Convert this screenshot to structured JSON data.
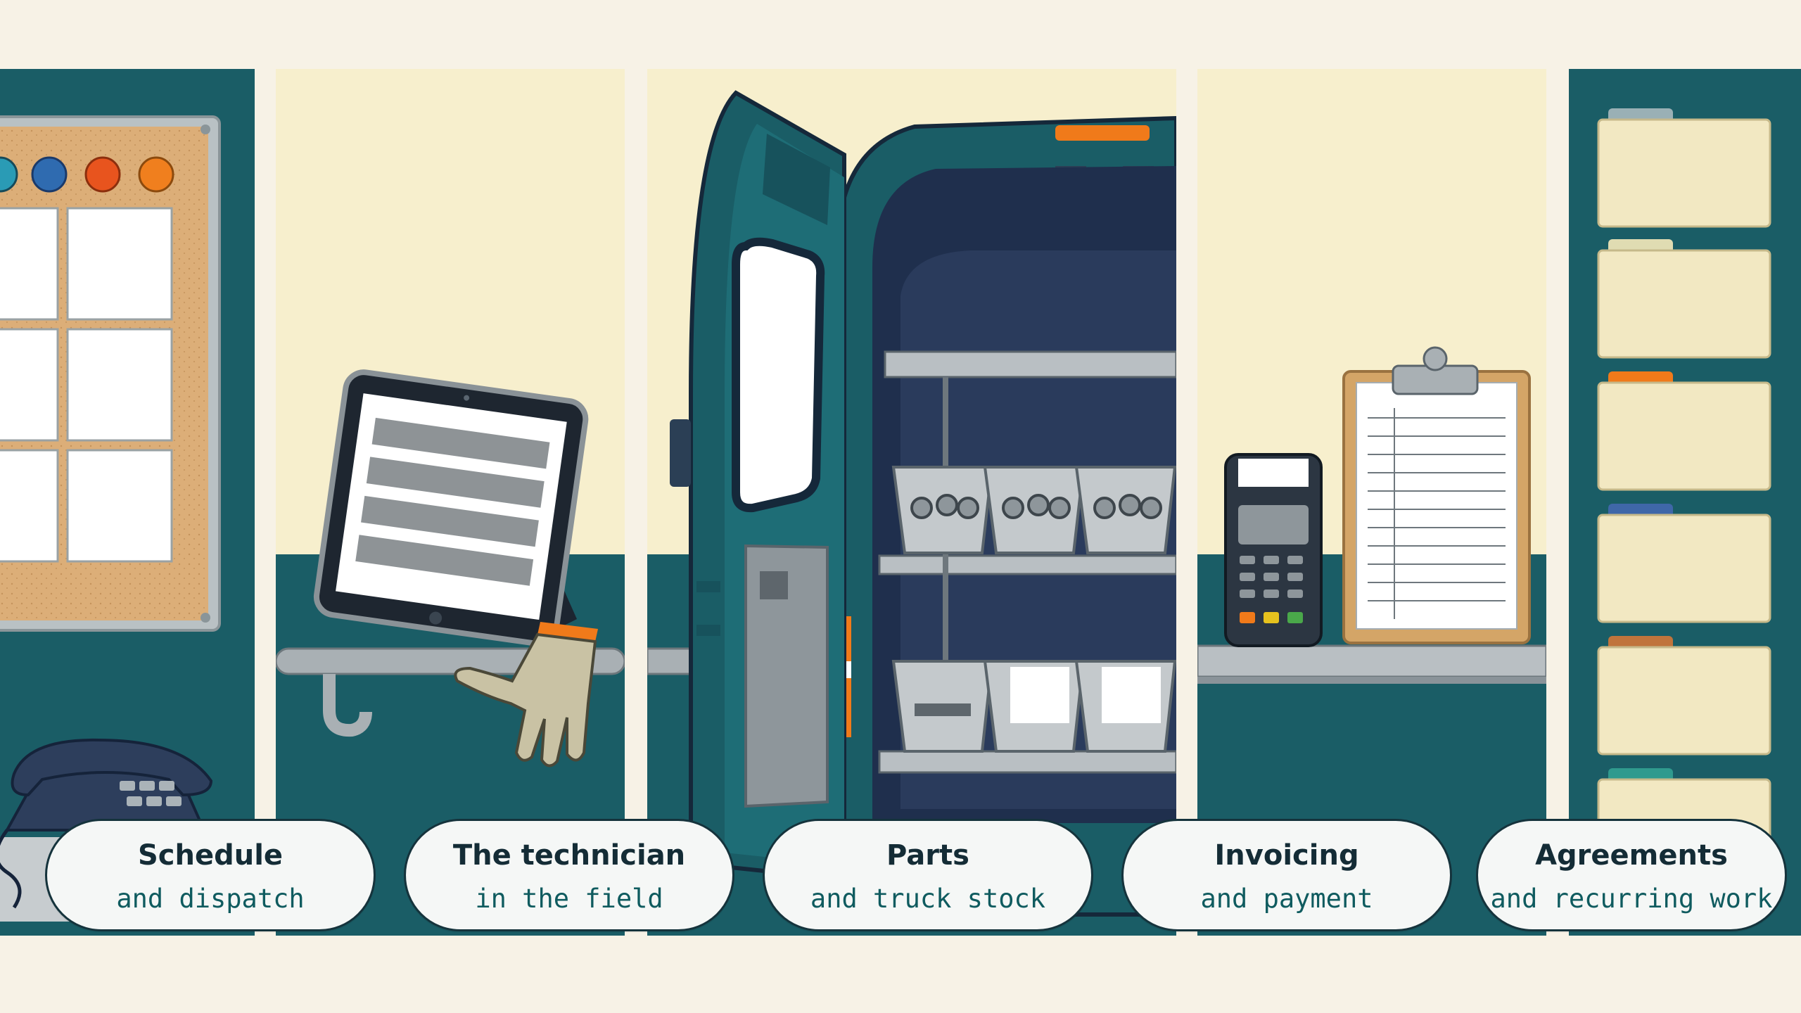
{
  "colors": {
    "background": "#f7f2e6",
    "cream": "#f7efcd",
    "teal": "#1a5d66",
    "navy": "#1b2c45",
    "card_border": "#15333c",
    "card_fill": "#f5f7f6",
    "subtitle_text": "#0f5b5f",
    "accent_orange": "#f07a1a"
  },
  "panels": [
    {
      "title": "Schedule",
      "subtitle": "and dispatch",
      "scene": "dispatch board, push pins, desk telephone",
      "icons": [
        "board-icon",
        "pushpin-icon",
        "telephone-icon"
      ]
    },
    {
      "title": "The technician",
      "subtitle": "in the field",
      "scene": "tablet on a rail, work glove",
      "icons": [
        "tablet-icon",
        "glove-icon"
      ]
    },
    {
      "title": "Parts",
      "subtitle": "and truck stock",
      "scene": "open service van with shelves and parts bins",
      "icons": [
        "van-icon",
        "parts-bin-icon"
      ]
    },
    {
      "title": "Invoicing",
      "subtitle": "and payment",
      "scene": "card payment terminal, clipboard invoice",
      "icons": [
        "card-terminal-icon",
        "clipboard-icon"
      ]
    },
    {
      "title": "Agreements",
      "subtitle": "and recurring work",
      "scene": "stack of file folders",
      "icons": [
        "folder-icon"
      ]
    }
  ]
}
